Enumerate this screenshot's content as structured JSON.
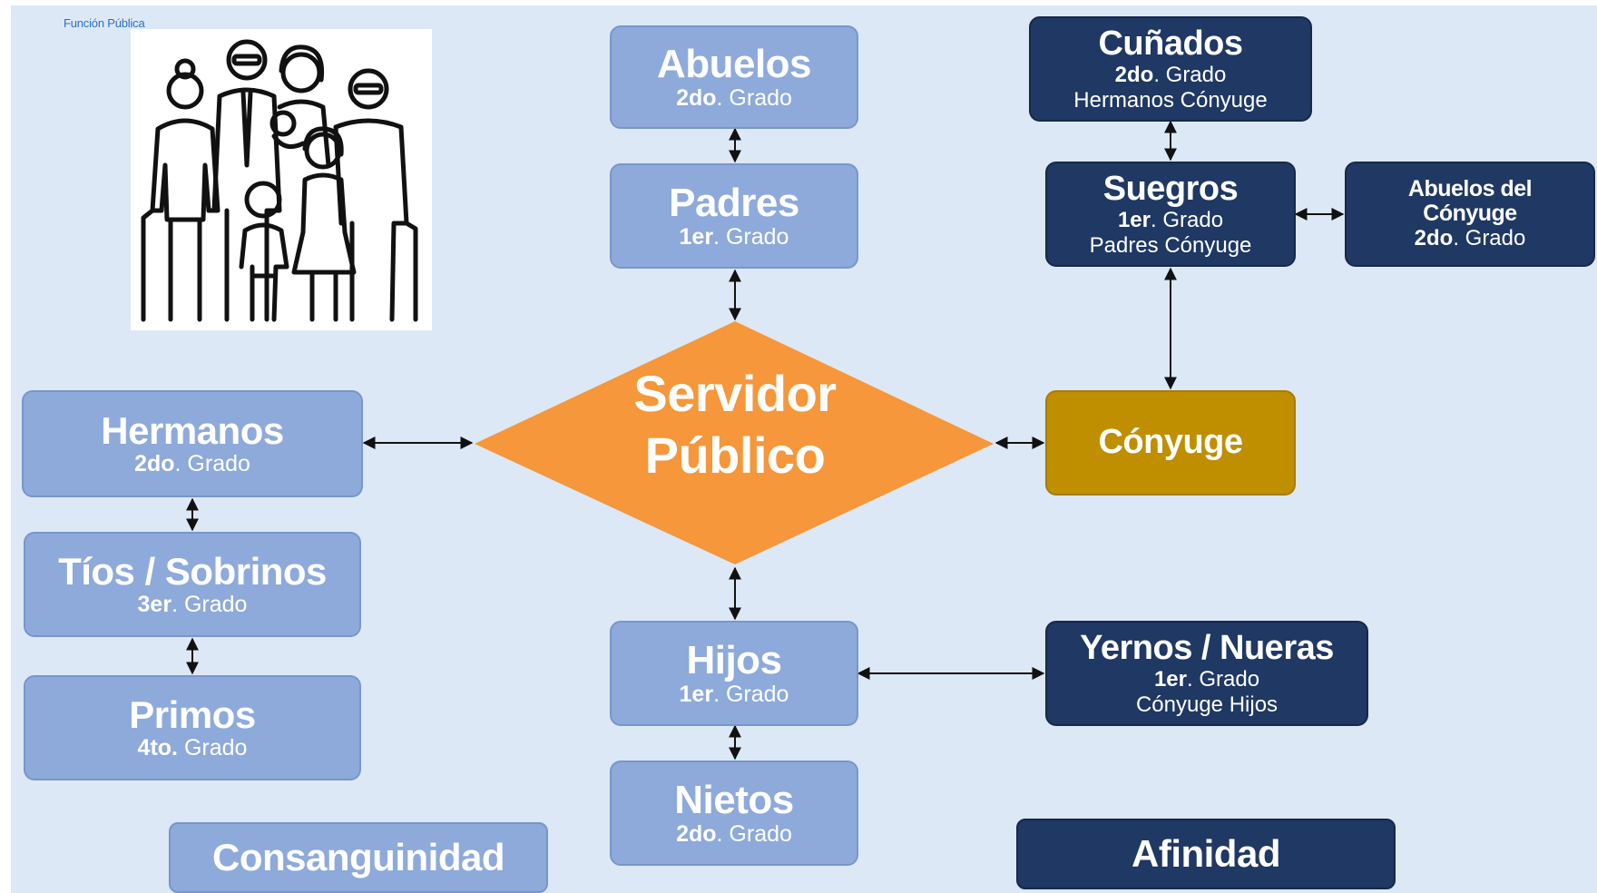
{
  "header": {
    "label": "Función Pública"
  },
  "illustration": {
    "icon": "family-group-icon"
  },
  "center": {
    "line1": "Servidor",
    "line2": "Público",
    "color": "#f5973a"
  },
  "consanguinity": {
    "abuelos": {
      "title": "Abuelos",
      "degree": "2do",
      "grado": ". Grado"
    },
    "padres": {
      "title": "Padres",
      "degree": "1er",
      "grado": ". Grado"
    },
    "hijos": {
      "title": "Hijos",
      "degree": "1er",
      "grado": ". Grado"
    },
    "nietos": {
      "title": "Nietos",
      "degree": "2do",
      "grado": ". Grado"
    },
    "hermanos": {
      "title": "Hermanos",
      "degree": "2do",
      "grado": ". Grado"
    },
    "tios_sobrinos": {
      "title": "Tíos / Sobrinos",
      "degree": "3er",
      "grado": ". Grado"
    },
    "primos": {
      "title": "Primos",
      "degree": "4to.",
      "grado": " Grado"
    }
  },
  "affinity": {
    "cunados": {
      "title": "Cuñados",
      "degree": "2do",
      "grado": ". Grado",
      "note": "Hermanos Cónyuge"
    },
    "suegros": {
      "title": "Suegros",
      "degree": "1er",
      "grado": ". Grado",
      "note": "Padres Cónyuge"
    },
    "abuelos_conyuge": {
      "title_line1": "Abuelos del",
      "title_line2": "Cónyuge",
      "degree": "2do",
      "grado": ". Grado"
    },
    "conyuge": {
      "title": "Cónyuge"
    },
    "yernos_nueras": {
      "title": "Yernos / Nueras",
      "degree": "1er",
      "grado": ". Grado",
      "note": "Cónyuge Hijos"
    }
  },
  "legend": {
    "consanguinidad": "Consanguinidad",
    "afinidad": "Afinidad"
  },
  "colors": {
    "background": "#dce8f6",
    "consanguinity_box": "#8eaadb",
    "affinity_box": "#1f3864",
    "spouse_box": "#bf8f00",
    "center_diamond": "#f5973a"
  }
}
